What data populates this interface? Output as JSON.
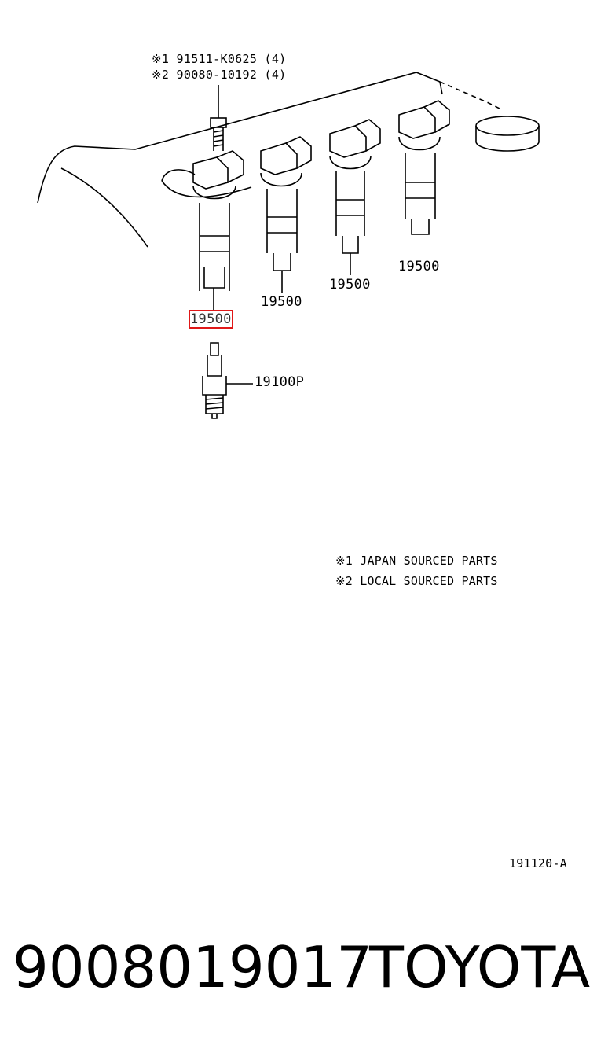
{
  "callouts": {
    "bolt_japan": "※1 91511-K0625 (4)",
    "bolt_local": "※2 90080-10192 (4)",
    "coil_1": "19500",
    "coil_2": "19500",
    "coil_3": "19500",
    "coil_4": "19500",
    "spark_plug": "19100P"
  },
  "legend": {
    "japan": "※1  JAPAN SOURCED PARTS",
    "local": "※2  LOCAL SOURCED PARTS"
  },
  "figure_code": "191120-A",
  "footer": {
    "part_number": "9008019017",
    "brand": "TOYOTA"
  },
  "colors": {
    "highlight": "#e01818"
  }
}
